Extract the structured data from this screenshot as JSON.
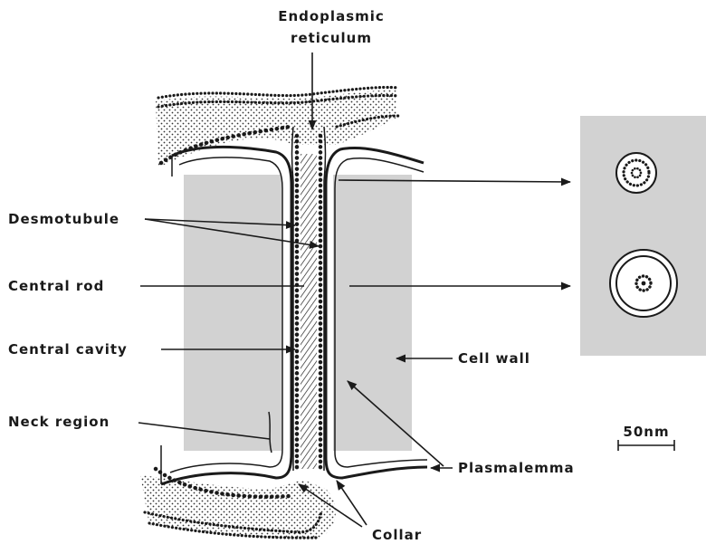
{
  "labels": {
    "er_line1": "Endoplasmic",
    "er_line2": "reticulum",
    "desmotubule": "Desmotubule",
    "central_rod": "Central rod",
    "central_cavity": "Central cavity",
    "neck_region": "Neck region",
    "cell_wall": "Cell wall",
    "plasmalemma": "Plasmalemma",
    "collar": "Collar",
    "scale": "50nm"
  },
  "colors": {
    "wall_fill": "#d2d2d2",
    "ink": "#1a1a1a"
  }
}
